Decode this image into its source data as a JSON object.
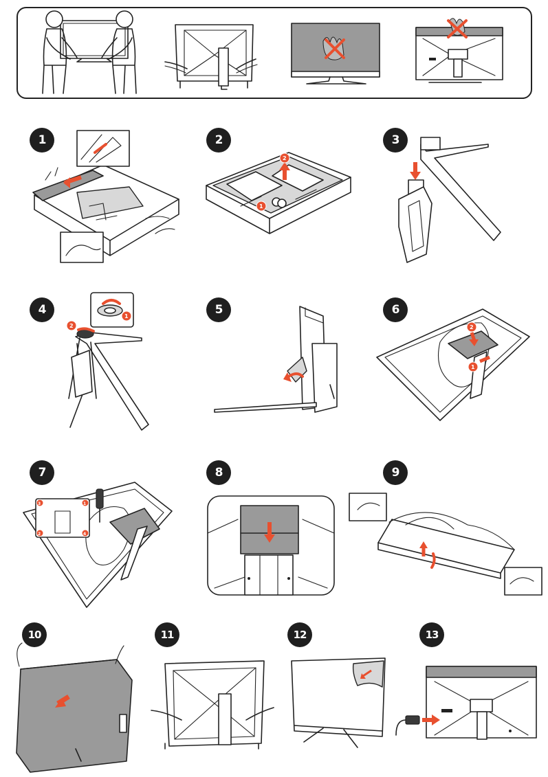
{
  "precautions": {
    "panels": [
      {
        "name": "two-person-carry"
      },
      {
        "name": "hold-by-frame"
      },
      {
        "name": "do-not-touch-screen"
      },
      {
        "name": "do-not-lift-by-top"
      }
    ]
  },
  "steps": [
    {
      "label": "1"
    },
    {
      "label": "2"
    },
    {
      "label": "3"
    },
    {
      "label": "4"
    },
    {
      "label": "5"
    },
    {
      "label": "6"
    },
    {
      "label": "7"
    },
    {
      "label": "8"
    },
    {
      "label": "9"
    },
    {
      "label": "10"
    },
    {
      "label": "11"
    },
    {
      "label": "12"
    },
    {
      "label": "13"
    }
  ],
  "callouts": {
    "sub1": "1",
    "sub2": "2",
    "sub3": "3",
    "sub4": "4"
  },
  "colors": {
    "accent": "#e8502f",
    "ink": "#1f1f1f",
    "panel_grey": "#9a9a9a"
  },
  "icons": [
    "prohibited-x-icon",
    "arrow-icon",
    "screwdriver-icon",
    "power-cable-icon"
  ]
}
